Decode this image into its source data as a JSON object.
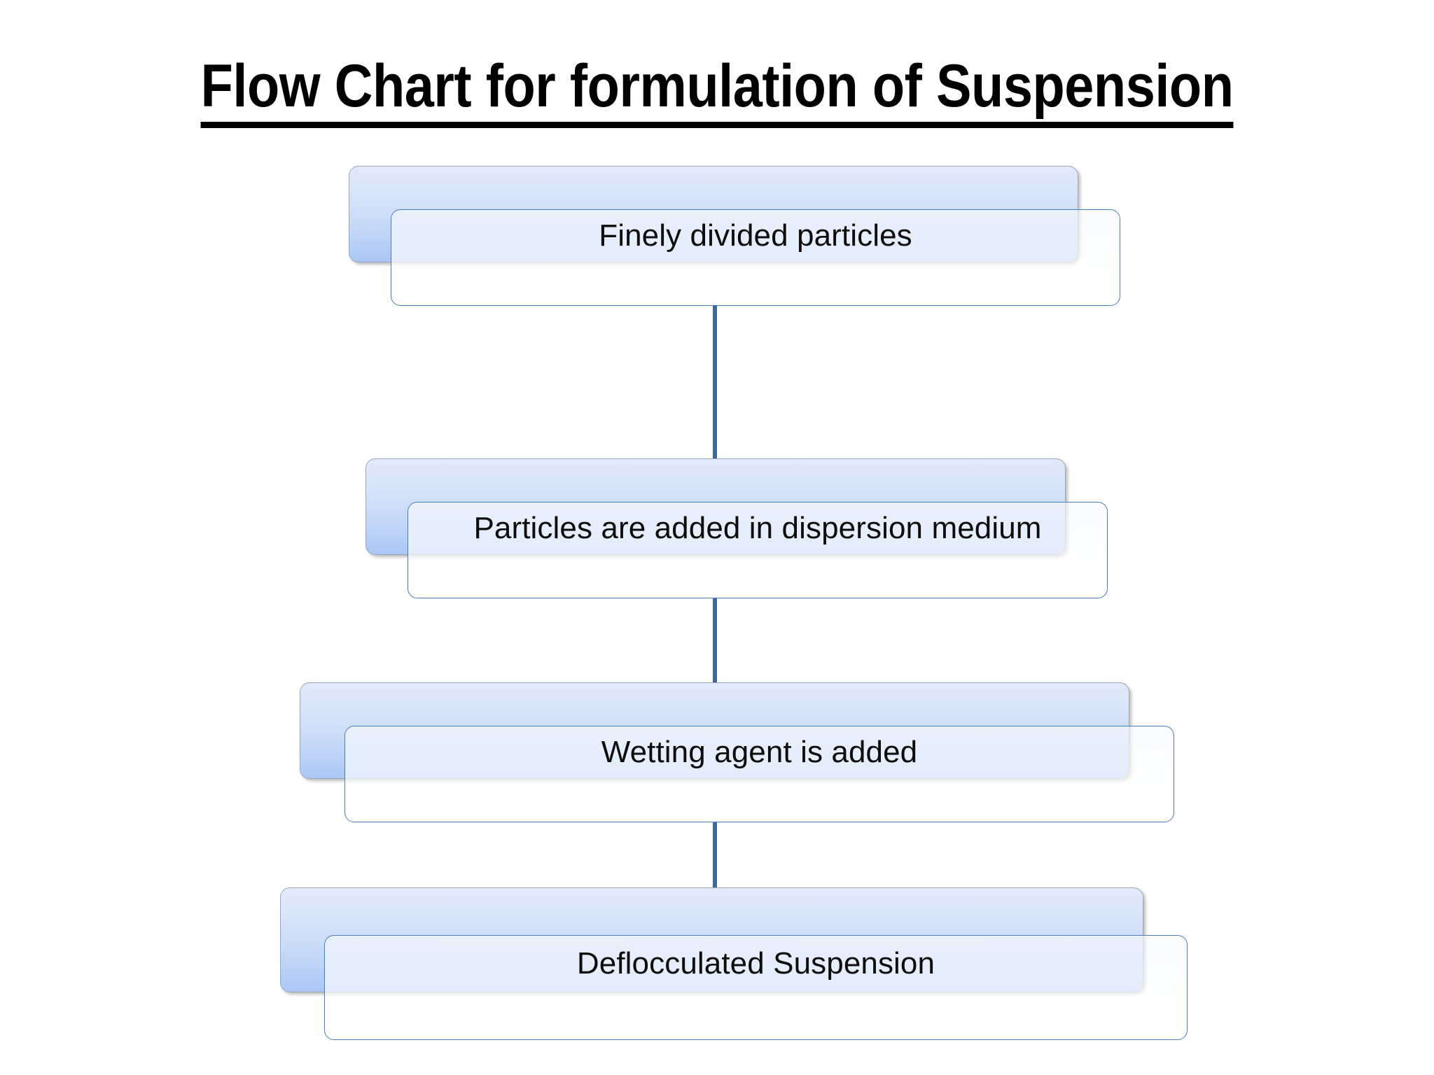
{
  "slide": {
    "title": "Flow Chart for formulation of Suspension",
    "background_color": "#ffffff",
    "title_color": "#000000",
    "title_underlined": true
  },
  "theme": {
    "back_box_gradient_top": "#e2eafb",
    "back_box_gradient_bottom": "#aac6f4",
    "back_box_border": "#9aa7b5",
    "front_box_fill": "#f8fafc",
    "front_box_border": "#4a7ebb",
    "connector_color": "#3f6897",
    "label_color": "#0d0d0d"
  },
  "chart_data": {
    "type": "flowchart",
    "title": "Flow Chart for formulation of Suspension",
    "orientation": "vertical",
    "node_count": 4,
    "nodes": [
      {
        "id": 1,
        "label": "Finely divided particles"
      },
      {
        "id": 2,
        "label": "Particles are added in dispersion medium"
      },
      {
        "id": 3,
        "label": "Wetting agent is added"
      },
      {
        "id": 4,
        "label": "Deflocculated Suspension"
      }
    ],
    "edges": [
      {
        "from": 1,
        "to": 2
      },
      {
        "from": 2,
        "to": 3
      },
      {
        "from": 3,
        "to": 4
      }
    ]
  },
  "steps": [
    {
      "label": "Finely divided particles"
    },
    {
      "label": "Particles are added in dispersion medium"
    },
    {
      "label": "Wetting agent is added"
    },
    {
      "label": "Deflocculated Suspension"
    }
  ]
}
